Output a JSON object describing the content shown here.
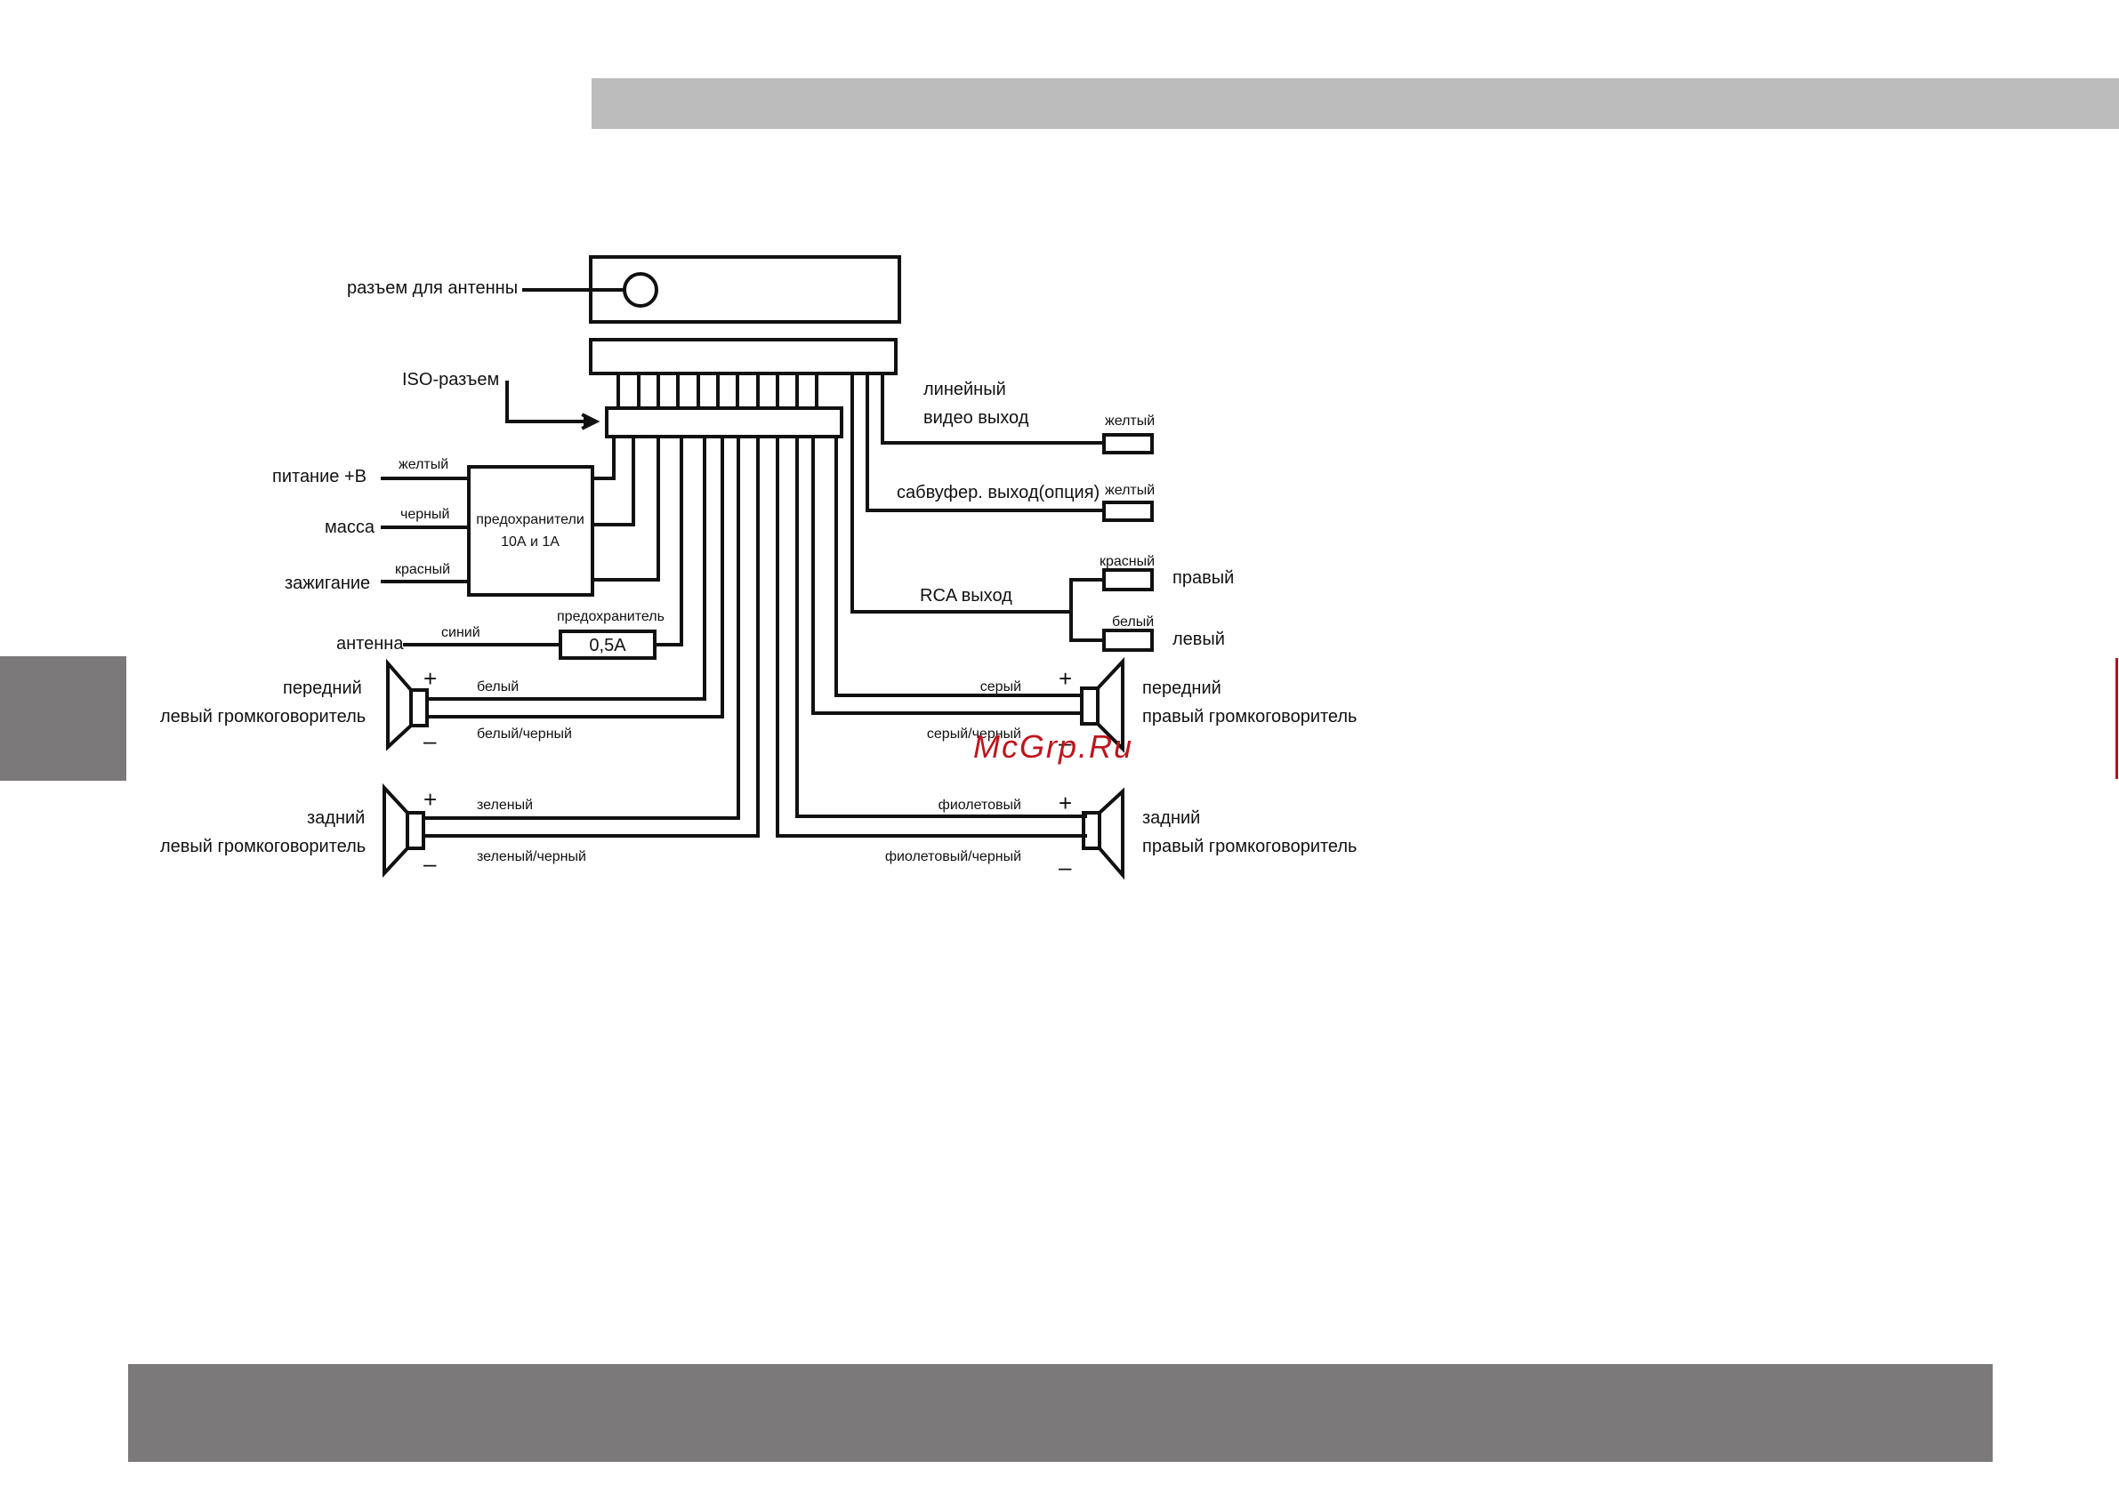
{
  "colors": {
    "band_light": "#bcbcbc",
    "band_dark": "#7b7979",
    "wire": "#111111",
    "watermark": "#c0141c"
  },
  "labels": {
    "antenna_connector": "разъем для антенны",
    "iso_connector": "ISO-разъем",
    "power": "питание +B",
    "ground": "масса",
    "ignition": "зажигание",
    "antenna": "антенна",
    "fuses_line1": "предохранители",
    "fuses_line2": "10А и 1А",
    "fuse_single": "предохранитель",
    "fuse_value": "0,5А",
    "wire_yellow": "желтый",
    "wire_black": "черный",
    "wire_red": "красный",
    "wire_blue": "синий",
    "front_left_line1": "передний",
    "front_left_line2": "левый громкоговоритель",
    "rear_left_line1": "задний",
    "rear_left_line2": "левый громкоговоритель",
    "wire_white": "белый",
    "wire_white_black": "белый/черный",
    "wire_green": "зеленый",
    "wire_green_black": "зеленый/черный",
    "video_out_line1": "линейный",
    "video_out_line2": "видео выход",
    "video_wire": "желтый",
    "sub_out": "сабвуфер. выход(опция)",
    "sub_wire": "желтый",
    "rca_out": "RCA выход",
    "rca_red": "красный",
    "rca_right": "правый",
    "rca_white": "белый",
    "rca_left": "левый",
    "front_right_line1": "передний",
    "front_right_line2": "правый громкоговоритель",
    "rear_right_line1": "задний",
    "rear_right_line2": "правый громкоговоритель",
    "wire_grey": "серый",
    "wire_grey_black": "серый/черный",
    "wire_violet": "фиолетовый",
    "wire_violet_black": "фиолетовый/черный",
    "plus": "+",
    "minus": "–"
  },
  "watermark": "McGrp.Ru"
}
